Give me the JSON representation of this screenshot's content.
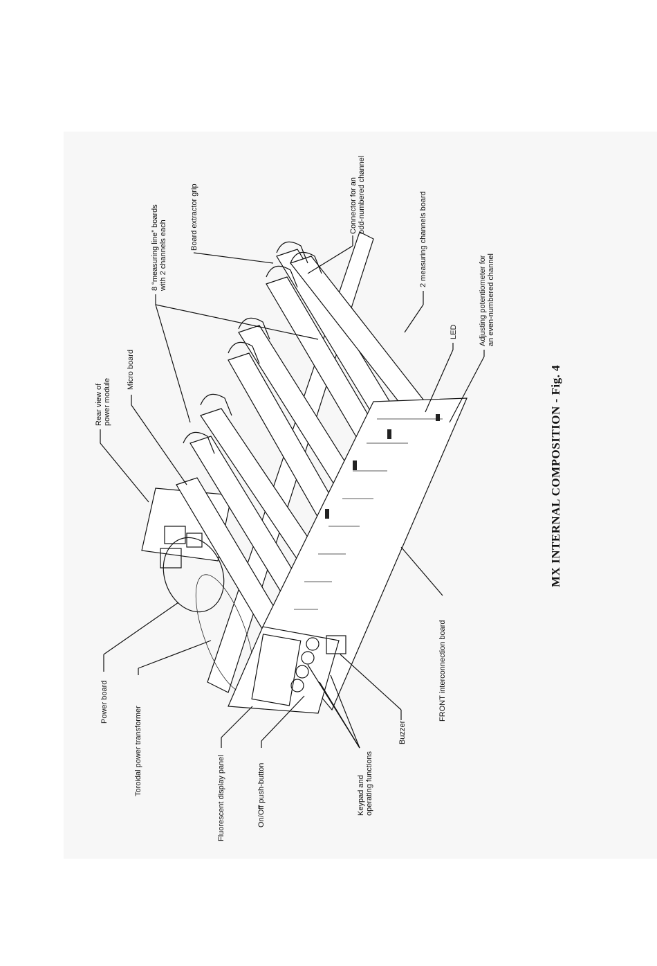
{
  "figure": {
    "title": "MX INTERNAL COMPOSITION - Fig. 4"
  },
  "labels": {
    "power_board": "Power board",
    "toroidal_transformer": "Toroidal power transformer",
    "fluorescent_display": "Fluorescent display panel",
    "on_off_button": "On/Off push-button",
    "keypad": [
      "Keypad and",
      "operating functions"
    ],
    "buzzer": "Buzzer",
    "front_board": "FRONT interconnection board",
    "rear_power_module": [
      "Rear view of",
      "power module"
    ],
    "micro_board": "Micro board",
    "measuring_line_boards": [
      "8 “measuring line” boards",
      "with 2 channels each"
    ],
    "extractor_grip": "Board extractor grip",
    "odd_connector": [
      "Connector for an",
      "odd-numbered channel"
    ],
    "measuring_channels_board": "2 measuring channels board",
    "led": "LED",
    "potentiometer": [
      "Adjusting potentiometer for",
      "an even-numbered channel"
    ]
  }
}
